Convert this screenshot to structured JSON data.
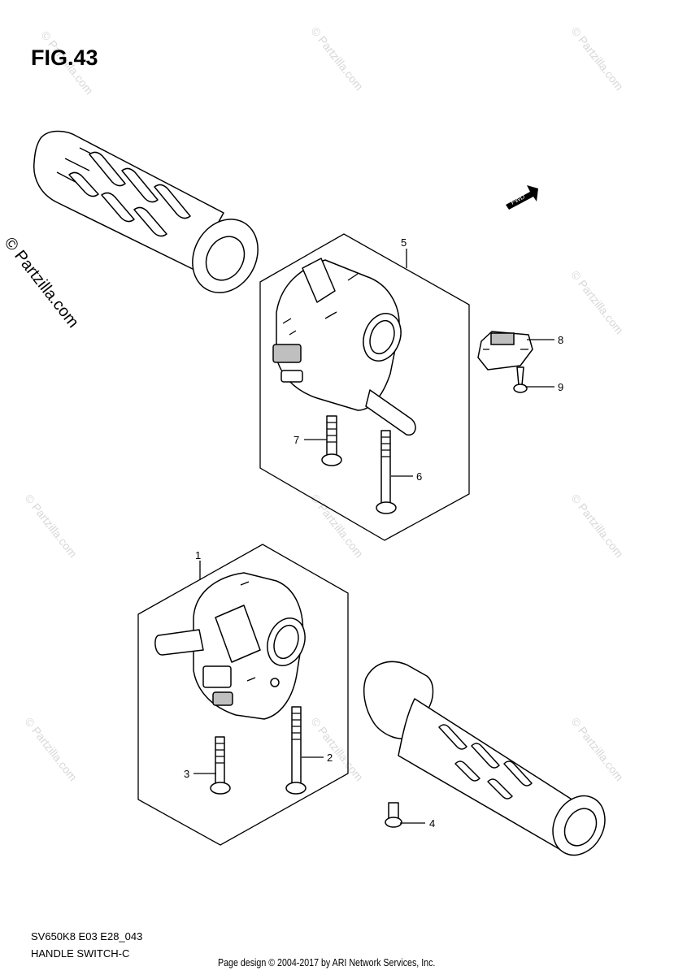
{
  "figure": {
    "title": "FIG.43",
    "code": "SV650K8 E03 E28_043",
    "name": "HANDLE SWITCH-C",
    "footer": "Page design © 2004-2017 by ARI Network Services, Inc.",
    "side_mark": "© Partzilla.com",
    "watermark": "© Partzilla.com",
    "fwd_label": "FWD"
  },
  "callouts": [
    {
      "id": "1",
      "label": "1"
    },
    {
      "id": "2",
      "label": "2"
    },
    {
      "id": "3",
      "label": "3"
    },
    {
      "id": "4",
      "label": "4"
    },
    {
      "id": "5",
      "label": "5"
    },
    {
      "id": "6",
      "label": "6"
    },
    {
      "id": "7",
      "label": "7"
    },
    {
      "id": "8",
      "label": "8"
    },
    {
      "id": "9",
      "label": "9"
    }
  ]
}
